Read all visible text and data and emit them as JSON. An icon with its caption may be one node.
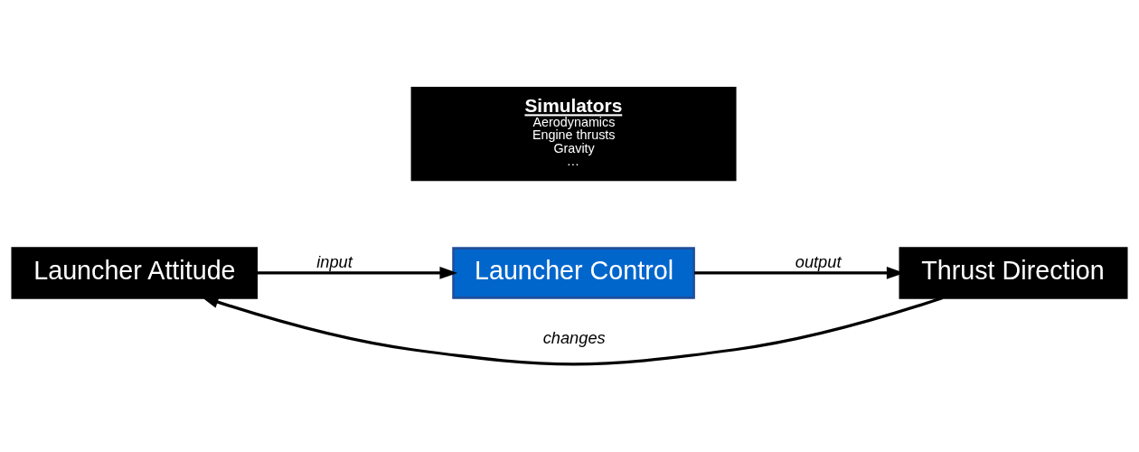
{
  "diagram": {
    "nodes": [
      {
        "text": [
          "Launcher Attitude"
        ]
      },
      {
        "text": [
          "Launcher Control"
        ]
      },
      {
        "text": [
          "Thrust Direction"
        ]
      },
      {
        "text": [
          "Simulators",
          "Aerodynamics",
          "Engine thrusts",
          "Gravity",
          "…"
        ]
      }
    ],
    "edges": [
      {
        "from": 0,
        "to": 1,
        "arrow": "to",
        "label": "input"
      },
      {
        "from": 1,
        "to": 2,
        "arrow": "to",
        "label": "output"
      },
      {
        "from": 2,
        "to": 0,
        "arrow": "to",
        "label": "changes"
      }
    ]
  }
}
